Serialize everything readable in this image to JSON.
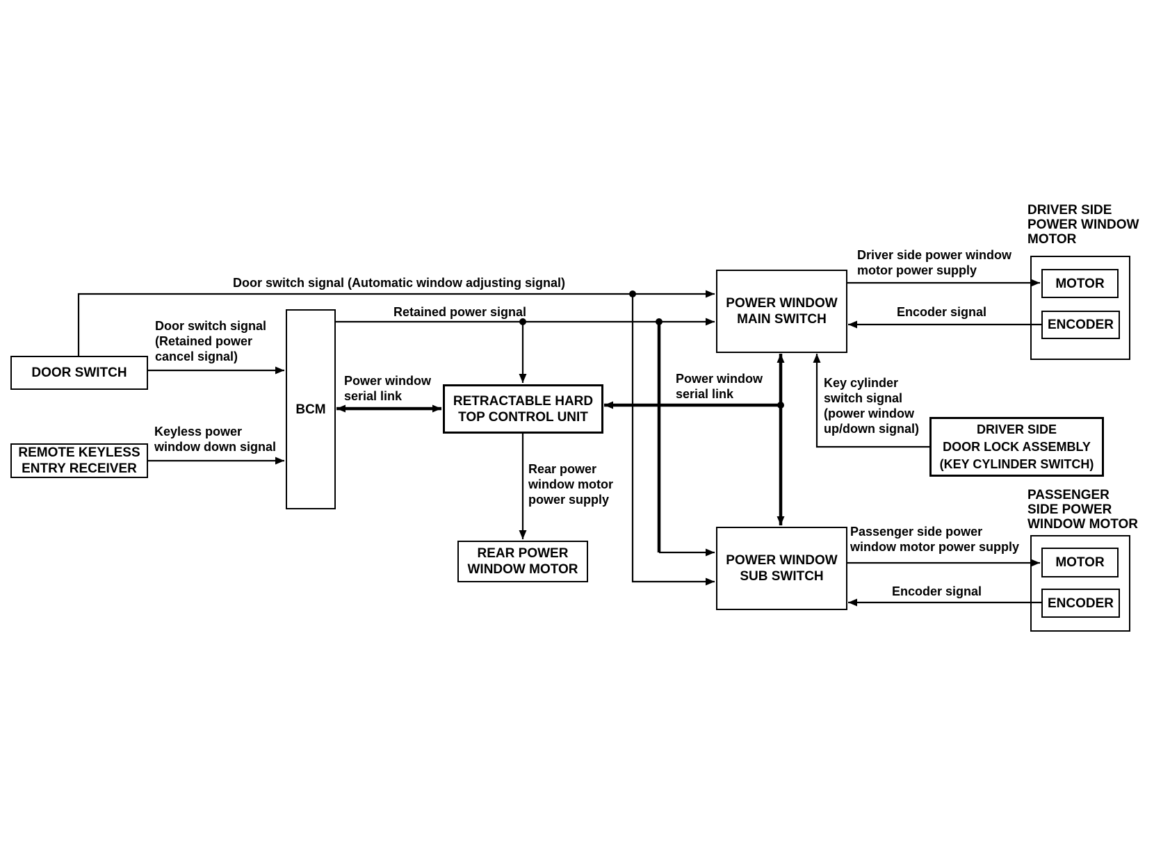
{
  "diagram": {
    "colors": {
      "line": "#000000",
      "background": "#ffffff"
    },
    "boxes": {
      "door_switch": "DOOR SWITCH",
      "remote_keyless_entry_receiver": "REMOTE KEYLESS\nENTRY RECEIVER",
      "bcm": "BCM",
      "retractable_hard_top_control_unit": "RETRACTABLE HARD\nTOP CONTROL UNIT",
      "rear_power_window_motor": "REAR POWER\nWINDOW MOTOR",
      "power_window_main_switch": "POWER WINDOW\nMAIN SWITCH",
      "power_window_sub_switch": "POWER WINDOW\nSUB SWITCH",
      "driver_side_door_lock_assembly": "DRIVER SIDE\nDOOR LOCK ASSEMBLY\n(KEY CYLINDER SWITCH)",
      "driver_motor": "MOTOR",
      "driver_encoder": "ENCODER",
      "passenger_motor": "MOTOR",
      "passenger_encoder": "ENCODER"
    },
    "titles": {
      "driver_side_power_window_motor": "DRIVER SIDE\nPOWER WINDOW\nMOTOR",
      "passenger_side_power_window_motor": "PASSENGER\nSIDE POWER\nWINDOW MOTOR"
    },
    "signals": {
      "door_switch_auto": "Door switch signal (Automatic window adjusting signal)",
      "door_switch_retained_cancel": "Door switch signal\n(Retained power\ncancel signal)",
      "keyless_down": "Keyless power\nwindow down signal",
      "retained_power": "Retained power signal",
      "serial_link_left": "Power window\nserial link",
      "serial_link_right": "Power window\nserial link",
      "rear_motor_supply": "Rear power\nwindow motor\npower supply",
      "key_cylinder": "Key cylinder\nswitch signal\n(power window\nup/down signal)",
      "driver_motor_supply": "Driver side power window\nmotor power supply",
      "driver_encoder_signal": "Encoder signal",
      "passenger_motor_supply": "Passenger side power\nwindow motor power supply",
      "passenger_encoder_signal": "Encoder signal"
    },
    "connections": [
      {
        "from": "DOOR SWITCH",
        "to": "POWER WINDOW MAIN SWITCH",
        "signal": "Door switch signal (Automatic window adjusting signal)"
      },
      {
        "from": "DOOR SWITCH",
        "to": "POWER WINDOW SUB SWITCH",
        "signal": "Door switch signal (Automatic window adjusting signal)"
      },
      {
        "from": "DOOR SWITCH",
        "to": "BCM",
        "signal": "Door switch signal (Retained power cancel signal)"
      },
      {
        "from": "REMOTE KEYLESS ENTRY RECEIVER",
        "to": "BCM",
        "signal": "Keyless power window down signal"
      },
      {
        "from": "BCM",
        "to": "POWER WINDOW MAIN SWITCH",
        "signal": "Retained power signal"
      },
      {
        "from": "BCM",
        "to": "RETRACTABLE HARD TOP CONTROL UNIT",
        "signal": "Retained power signal"
      },
      {
        "from": "BCM",
        "to": "POWER WINDOW SUB SWITCH",
        "signal": "Retained power signal"
      },
      {
        "from": "BCM",
        "to": "RETRACTABLE HARD TOP CONTROL UNIT",
        "signal": "Power window serial link",
        "bidirectional": true
      },
      {
        "from": "POWER WINDOW MAIN SWITCH",
        "to": "RETRACTABLE HARD TOP CONTROL UNIT",
        "signal": "Power window serial link"
      },
      {
        "from": "POWER WINDOW MAIN SWITCH",
        "to": "POWER WINDOW SUB SWITCH",
        "signal": "Power window serial link",
        "bidirectional": true
      },
      {
        "from": "RETRACTABLE HARD TOP CONTROL UNIT",
        "to": "REAR POWER WINDOW MOTOR",
        "signal": "Rear power window motor power supply"
      },
      {
        "from": "DRIVER SIDE DOOR LOCK ASSEMBLY (KEY CYLINDER SWITCH)",
        "to": "POWER WINDOW MAIN SWITCH",
        "signal": "Key cylinder switch signal (power window up/down signal)"
      },
      {
        "from": "POWER WINDOW MAIN SWITCH",
        "to": "DRIVER SIDE POWER WINDOW MOTOR / MOTOR",
        "signal": "Driver side power window motor power supply"
      },
      {
        "from": "DRIVER SIDE POWER WINDOW MOTOR / ENCODER",
        "to": "POWER WINDOW MAIN SWITCH",
        "signal": "Encoder signal"
      },
      {
        "from": "POWER WINDOW SUB SWITCH",
        "to": "PASSENGER SIDE POWER WINDOW MOTOR / MOTOR",
        "signal": "Passenger side power window motor power supply"
      },
      {
        "from": "PASSENGER SIDE POWER WINDOW MOTOR / ENCODER",
        "to": "POWER WINDOW SUB SWITCH",
        "signal": "Encoder signal"
      }
    ]
  }
}
